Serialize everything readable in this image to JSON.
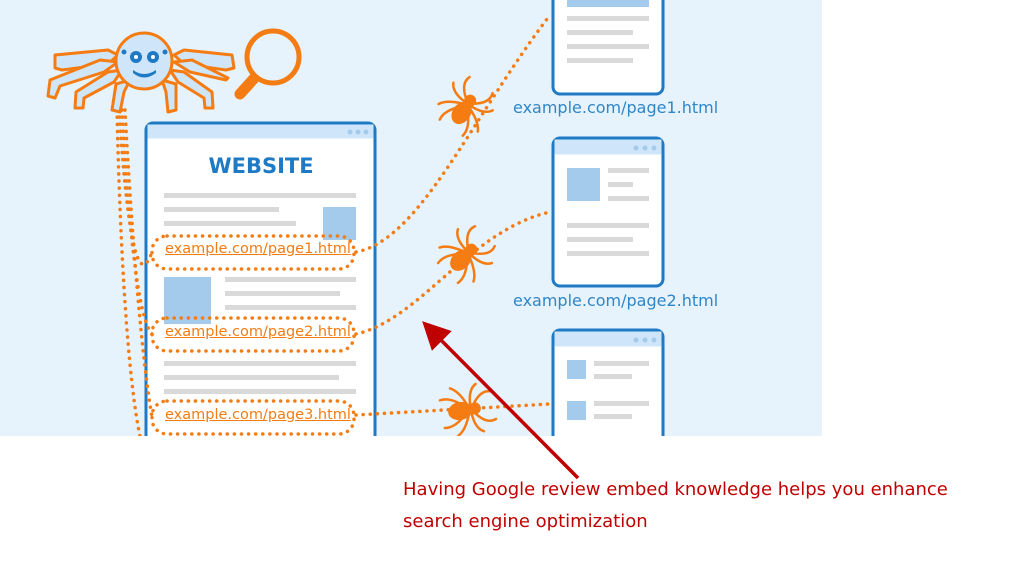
{
  "diagram": {
    "main_site": {
      "title": "WEBSITE",
      "links": [
        "example.com/page1.html",
        "example.com/page2.html",
        "example.com/page3.html"
      ]
    },
    "crawled_pages": [
      {
        "label": "example.com/page1.html"
      },
      {
        "label": "example.com/page2.html"
      },
      {
        "label": ""
      }
    ],
    "icons": [
      "crawler-spider-icon",
      "magnifier-icon",
      "small-spider-icon"
    ],
    "colors": {
      "background": "#e6f2fc",
      "accent_orange": "#f47c13",
      "window_blue": "#1e7ac4",
      "annotation_red": "#c00000"
    }
  },
  "annotation": {
    "caption": "Having Google review embed knowledge helps you enhance search engine optimization"
  }
}
